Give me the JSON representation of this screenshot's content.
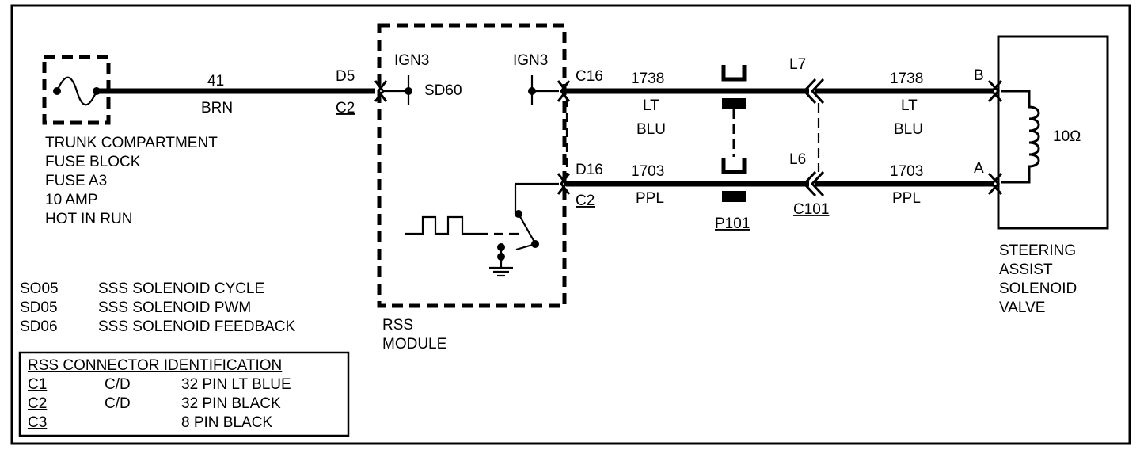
{
  "fuse": {
    "lines": [
      "TRUNK COMPARTMENT",
      "FUSE BLOCK",
      "FUSE A3",
      "10 AMP",
      "HOT IN RUN"
    ]
  },
  "wires": {
    "feed": {
      "circuit": "41",
      "color": "BRN"
    },
    "upper_left": {
      "circuit": "1738",
      "color_line1": "LT",
      "color_line2": "BLU"
    },
    "upper_right": {
      "circuit": "1738",
      "color_line1": "LT",
      "color_line2": "BLU"
    },
    "lower_left": {
      "circuit": "1703",
      "color": "PPL"
    },
    "lower_right": {
      "circuit": "1703",
      "color": "PPL"
    }
  },
  "module": {
    "name_line1": "RSS",
    "name_line2": "MODULE",
    "pin_in": "D5",
    "pin_in_connector": "C2",
    "pin_c16": "C16",
    "pin_d16": "D16",
    "pin_d16_connector": "C2",
    "ign_left": "IGN3",
    "ign_right": "IGN3",
    "sd_label": "SD60"
  },
  "connectors": {
    "p101": "P101",
    "c101": "C101",
    "l7": "L7",
    "l6": "L6"
  },
  "solenoid": {
    "pin_b": "B",
    "pin_a": "A",
    "resistance": "10Ω",
    "lines": [
      "STEERING",
      "ASSIST",
      "SOLENOID",
      "VALVE"
    ]
  },
  "codes": [
    {
      "code": "SO05",
      "desc": "SSS SOLENOID CYCLE"
    },
    {
      "code": "SD05",
      "desc": "SSS SOLENOID PWM"
    },
    {
      "code": "SD06",
      "desc": "SSS SOLENOID FEEDBACK"
    }
  ],
  "connector_table": {
    "title": "RSS CONNECTOR IDENTIFICATION",
    "rows": [
      {
        "id": "C1",
        "type": "C/D",
        "desc": "32 PIN LT BLUE"
      },
      {
        "id": "C2",
        "type": "C/D",
        "desc": "32 PIN BLACK"
      },
      {
        "id": "C3",
        "type": "",
        "desc": "8 PIN BLACK"
      }
    ]
  }
}
